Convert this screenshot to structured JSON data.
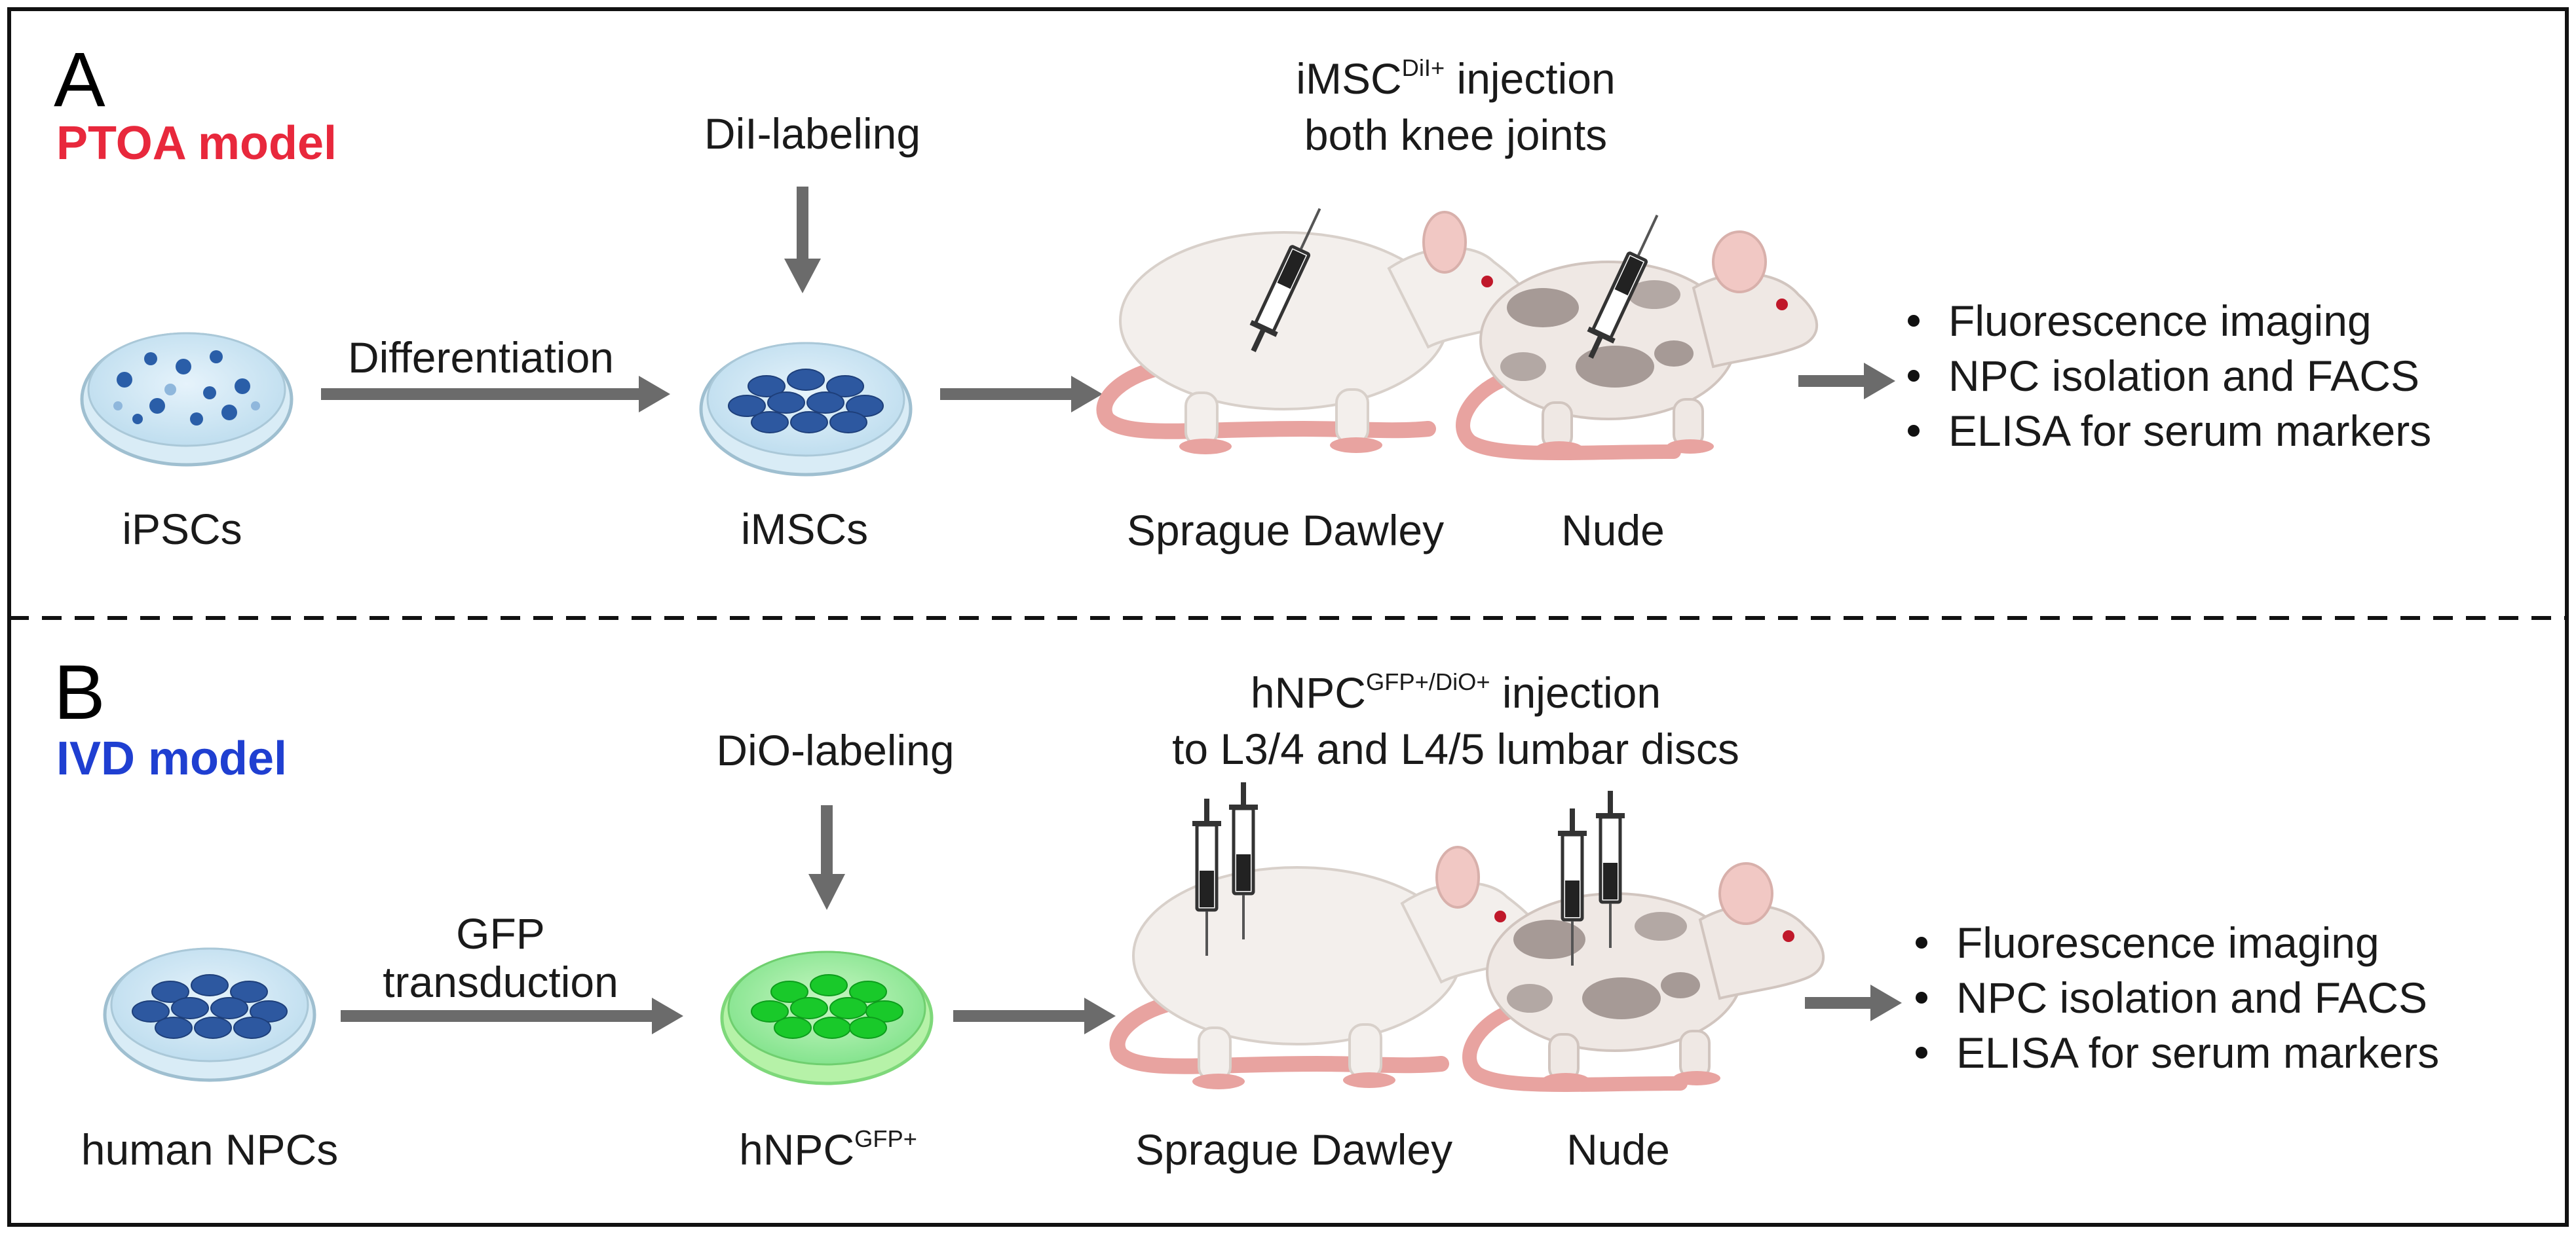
{
  "panelA": {
    "letter": "A",
    "model": "PTOA model",
    "model_color": "#e8283c",
    "labeling": "DiI-labeling",
    "injection_line1_prefix": "iMSC",
    "injection_line1_sup": "DiI+",
    "injection_line1_suffix": " injection",
    "injection_line2": "both knee joints",
    "step_label": "Differentiation",
    "source_cells": "iPSCs",
    "target_cells": "iMSCs",
    "animal1": "Sprague Dawley",
    "animal2": "Nude",
    "outcomes": [
      "Fluorescence imaging",
      "NPC isolation and FACS",
      "ELISA for serum markers"
    ]
  },
  "panelB": {
    "letter": "B",
    "model": "IVD model",
    "model_color": "#1f3fd1",
    "labeling": "DiO-labeling",
    "injection_line1_prefix": "hNPC",
    "injection_line1_sup": "GFP+/DiO+",
    "injection_line1_suffix": " injection",
    "injection_line2": "to L3/4 and L4/5 lumbar discs",
    "step_label_line1": "GFP",
    "step_label_line2": "transduction",
    "source_cells": "human NPCs",
    "target_cells_prefix": "hNPC",
    "target_cells_sup": "GFP+",
    "animal1": "Sprague Dawley",
    "animal2": "Nude",
    "outcomes": [
      "Fluorescence imaging",
      "NPC isolation and FACS",
      "ELISA for serum markers"
    ]
  }
}
